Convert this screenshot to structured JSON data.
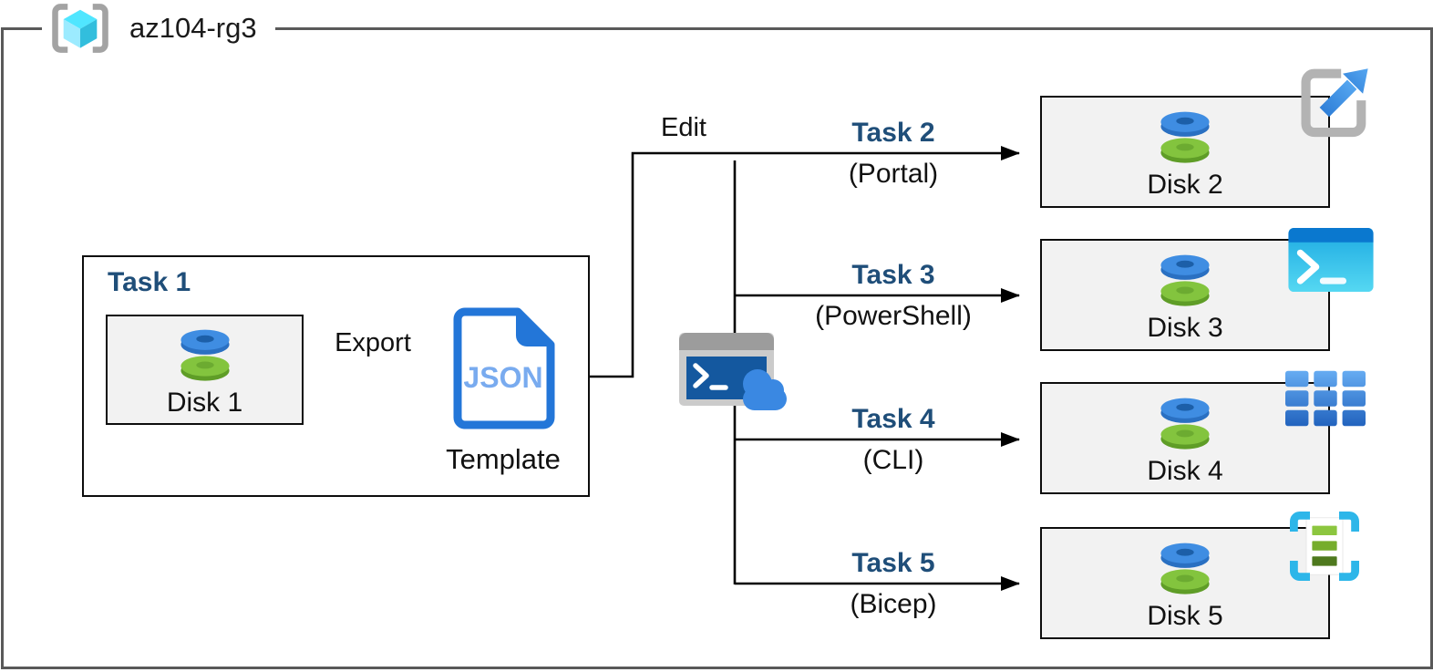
{
  "header": {
    "resource_group": "az104-rg3"
  },
  "task1": {
    "label": "Task 1",
    "disk_label": "Disk 1",
    "export_label": "Export",
    "json_badge": "JSON",
    "template_label": "Template"
  },
  "edit_label": "Edit",
  "tasks": [
    {
      "label": "Task 2",
      "method": "(Portal)",
      "disk_label": "Disk 2",
      "icon": "portal-launch-icon"
    },
    {
      "label": "Task 3",
      "method": "(PowerShell)",
      "disk_label": "Disk 3",
      "icon": "powershell-icon"
    },
    {
      "label": "Task 4",
      "method": "(CLI)",
      "disk_label": "Disk 4",
      "icon": "cli-grid-icon"
    },
    {
      "label": "Task 5",
      "method": "(Bicep)",
      "disk_label": "Disk 5",
      "icon": "bicep-template-icon"
    }
  ],
  "colors": {
    "task_label": "#1F4E79",
    "connector": "#000000",
    "node_fill": "#F2F2F2",
    "node_border": "#0D0D0D",
    "outer_border": "#595959",
    "disk_blue": "#3F8DE2",
    "disk_green": "#83C43E",
    "json_blue": "#2376D8",
    "powershell_cyan": "#2AB4EA",
    "cli_blue": "#3C85DA",
    "bicep_cyan": "#2DB6E9",
    "portal_blue": "#3F92E8",
    "cloud_blue": "#3A88E2",
    "rg_cube_cyan": "#50E6FF",
    "rg_bracket_gray": "#A3A3A3"
  }
}
